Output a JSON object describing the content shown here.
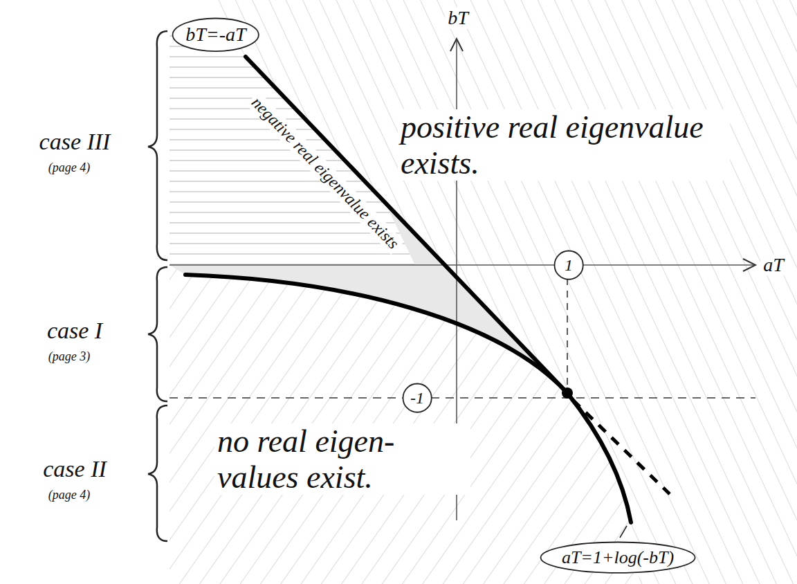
{
  "diagram": {
    "nodes": [
      {
        "text": [
          "bT=-aT"
        ]
      },
      {
        "text": [
          "1"
        ]
      },
      {
        "text": [
          "-1"
        ]
      },
      {
        "text": [
          "aT=1+log(-bT)"
        ]
      }
    ],
    "labels": [
      "bT",
      "aT",
      "positive real eigenvalue exists.",
      "negative real eigenvalue exists",
      "case III",
      "(page 4)",
      "case I",
      "(page 3)",
      "case II",
      "(page 4)",
      "no real eigen- values exist."
    ]
  }
}
